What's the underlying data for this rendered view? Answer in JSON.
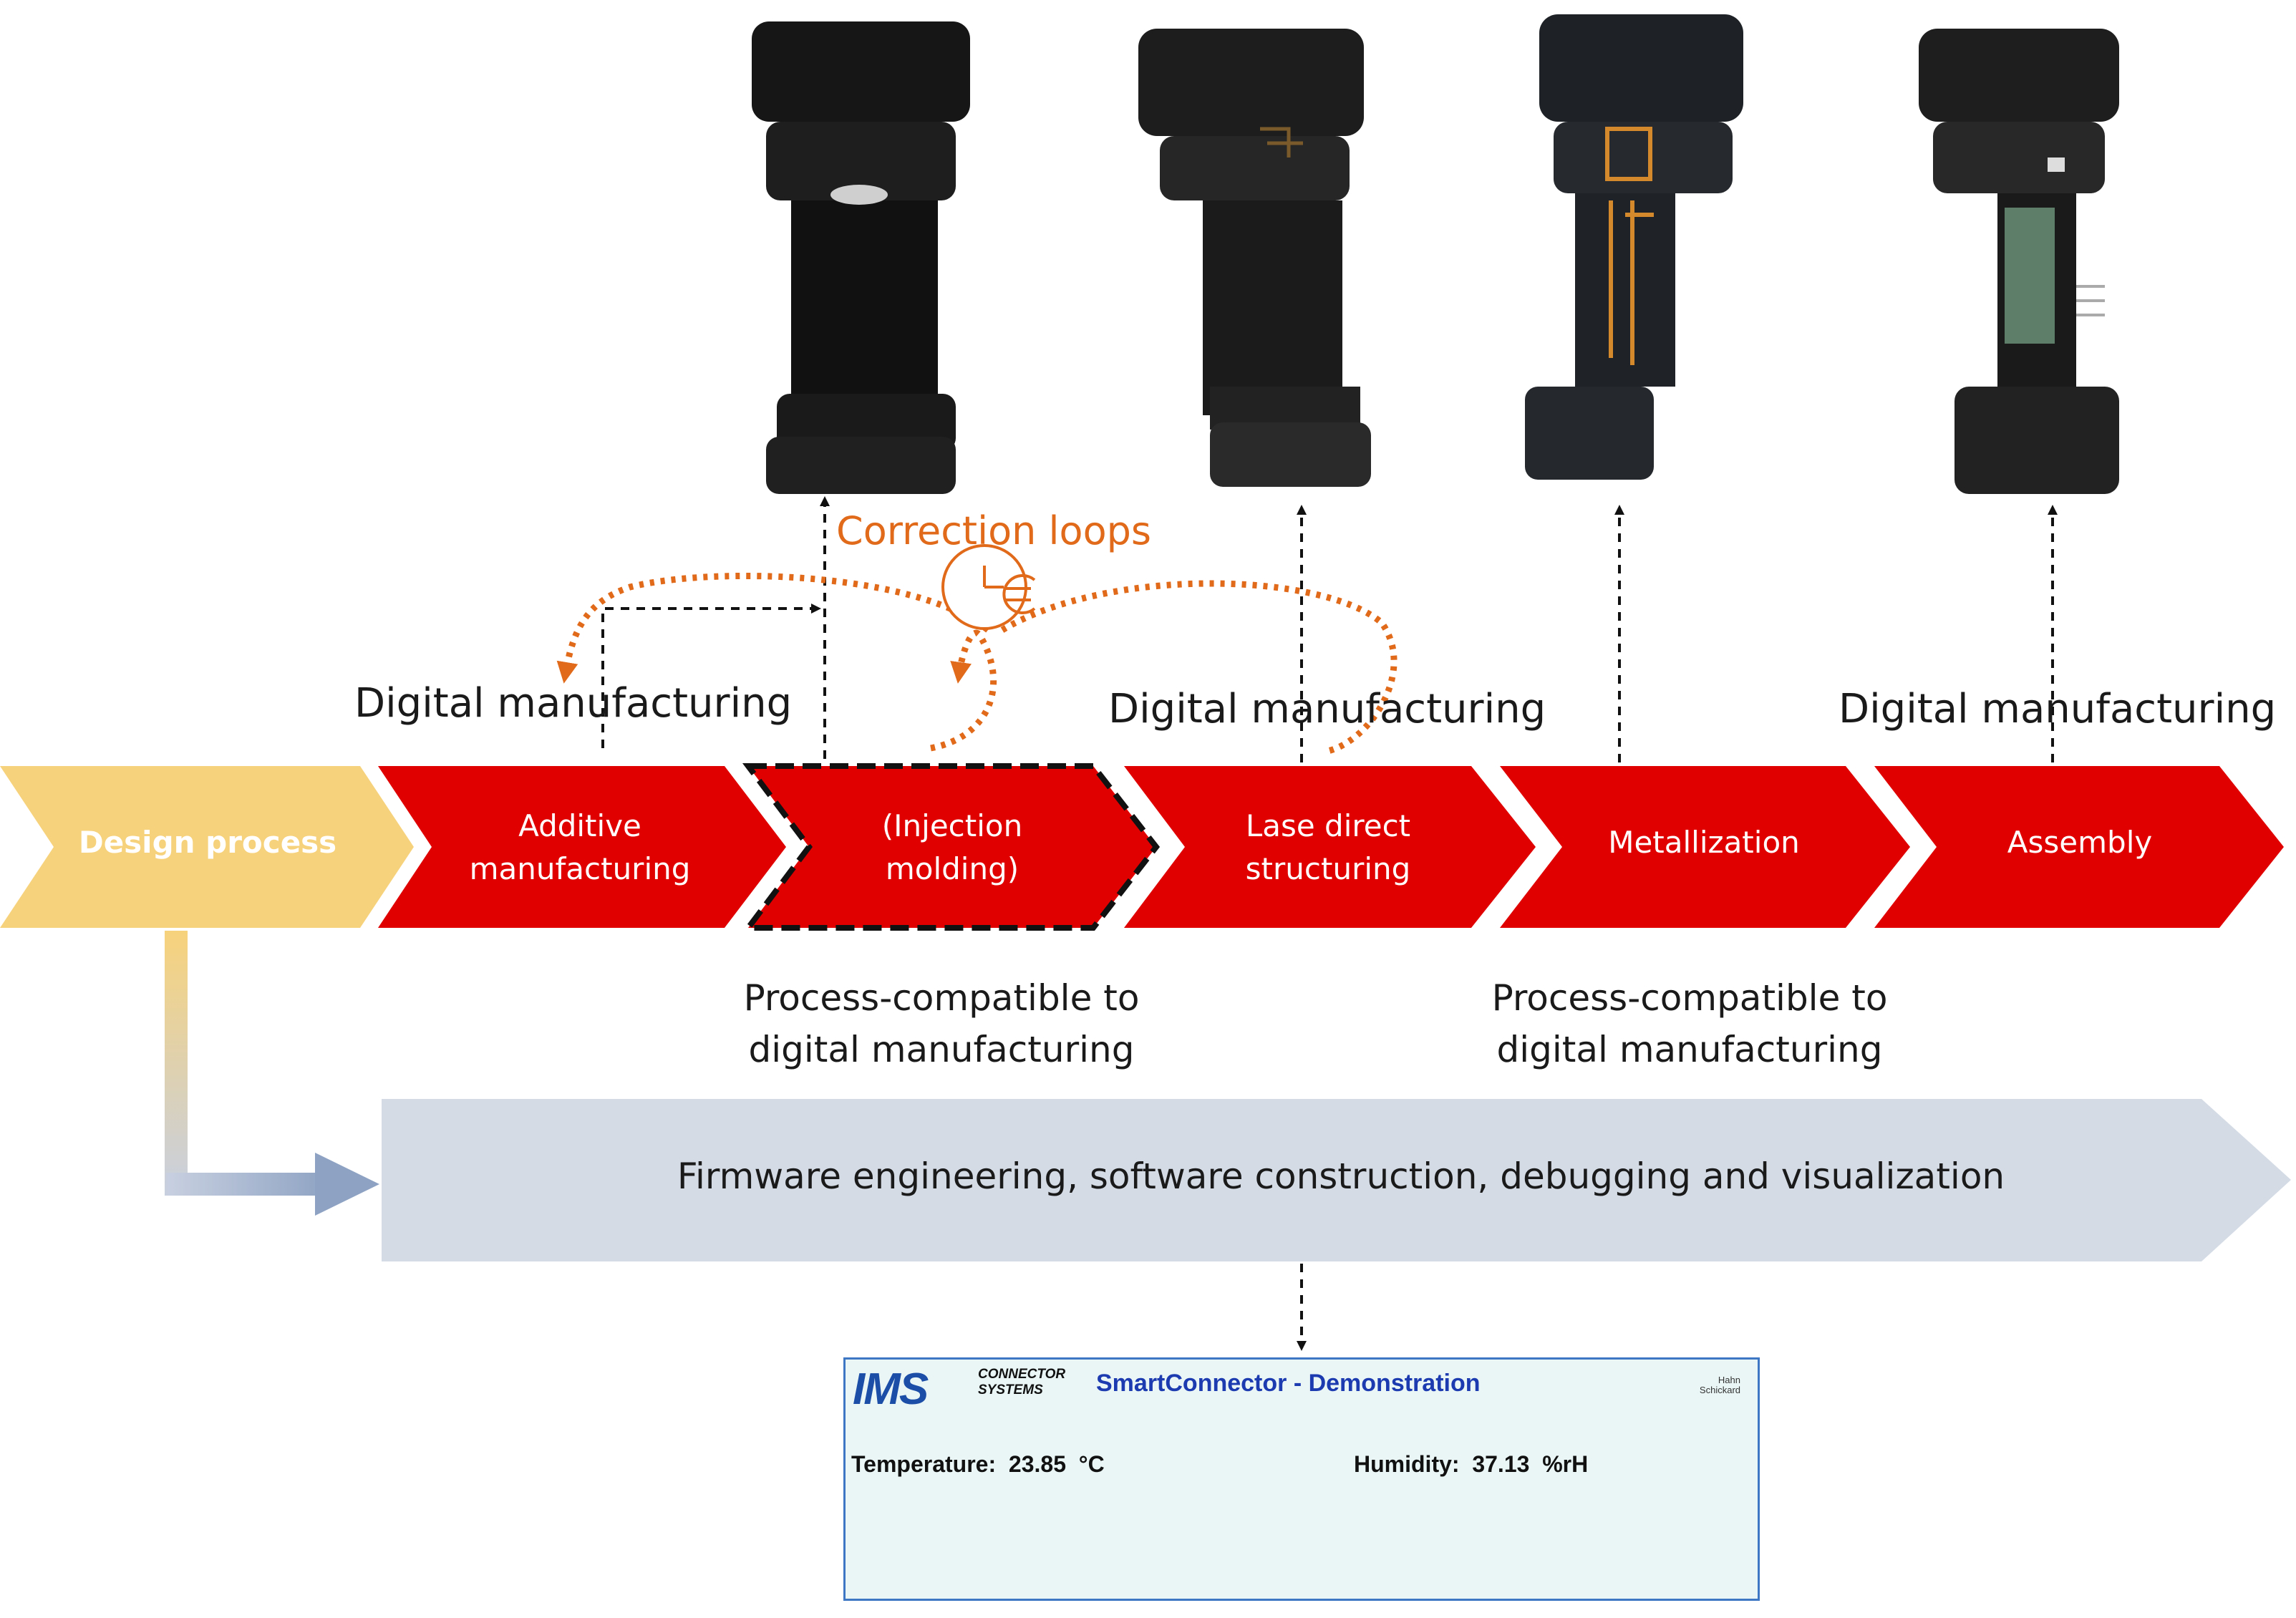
{
  "process_steps": [
    {
      "id": "design",
      "label": "Design process"
    },
    {
      "id": "additive",
      "label": "Additive\nmanufacturing"
    },
    {
      "id": "injection",
      "label": "(Injection\nmolding)"
    },
    {
      "id": "lds",
      "label": "Lase direct\nstructuring"
    },
    {
      "id": "metal",
      "label": "Metallization"
    },
    {
      "id": "assembly",
      "label": "Assembly"
    }
  ],
  "annotations": {
    "digital_manufacturing_1": "Digital manufacturing",
    "digital_manufacturing_2": "Digital manufacturing",
    "digital_manufacturing_3": "Digital manufacturing",
    "correction_loops": "Correction loops",
    "process_compatible_1": "Process-compatible to\ndigital manufacturing",
    "process_compatible_2": "Process-compatible to\ndigital manufacturing"
  },
  "firmware_bar": {
    "label": "Firmware engineering, software construction, debugging and visualization"
  },
  "demo_screen": {
    "logo_text": "IMS",
    "logo_sub": "CONNECTOR\nSYSTEMS",
    "title": "SmartConnector - Demonstration",
    "partner": "Hahn\nSchickard",
    "temperature": "Temperature:  23.85  °C",
    "humidity": "Humidity:  37.13  %rH"
  },
  "colors": {
    "step_red": "#e00000",
    "design_yellow": "#f7d27c",
    "firmware_blue": "#d4dbe5",
    "loop_orange": "#e06a1a"
  }
}
